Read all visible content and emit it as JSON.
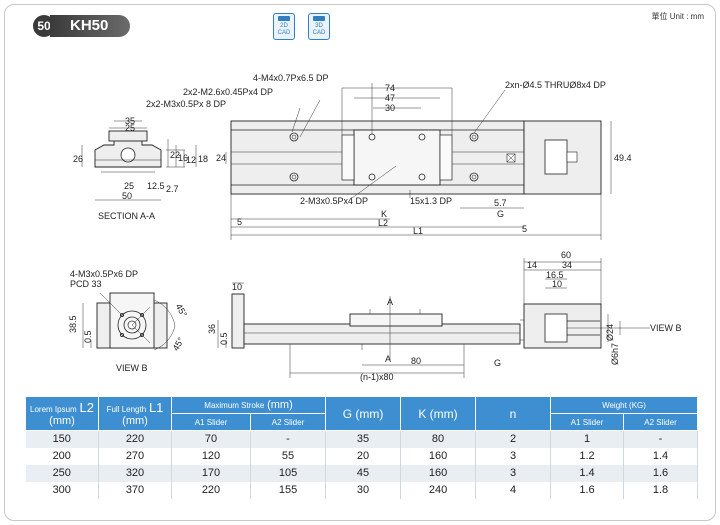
{
  "header": {
    "badge": "50",
    "title": "KH50",
    "cad_2d": "2D CAD",
    "cad_3d": "3D CAD",
    "unit": "單位 Unit : mm"
  },
  "top_view": {
    "callout_m4": "4-M4x0.7Px6.5 DP",
    "callout_m26": "2x2-M2.6x0.45Px4 DP",
    "callout_m3": "2x2-M3x0.5Px 8 DP",
    "callout_thru": "2xn-Ø4.5 THRUØ8x4 DP",
    "callout_m3b": "2-M3x0.5Px4 DP",
    "callout_15": "15x1.3 DP",
    "d74": "74",
    "d47": "47",
    "d30": "30",
    "d24": "24",
    "d49_4": "49.4",
    "d5a": "5",
    "d5b": "5",
    "d5_7": "5.7",
    "K": "K",
    "G": "G",
    "L2": "L2",
    "L1": "L1"
  },
  "section_view": {
    "d35": "35",
    "d25a": "25",
    "d26": "26",
    "d22": "22",
    "d16": "16",
    "d12": "12",
    "d18": "18",
    "d25b": "25",
    "d12_5": "12.5",
    "d2_7": "2.7",
    "d50": "50",
    "label": "SECTION A-A"
  },
  "view_b_left": {
    "callout": "4-M3x0.5Px6 DP",
    "pcd": "PCD 33",
    "d38_5": "38.5",
    "d0_5": "0.5",
    "a45a": "45°",
    "a45b": "45°",
    "label": "VIEW B"
  },
  "side_view": {
    "d10": "10",
    "d36": "36",
    "d0_5": "0.5",
    "A_top": "A",
    "A_bottom": "A",
    "d80": "80",
    "n1x80": "(n-1)x80",
    "G": "G"
  },
  "motor_view": {
    "d60": "60",
    "d14": "14",
    "d34": "34",
    "d16_5": "16.5",
    "d10": "10",
    "d24": "Ø24",
    "d6": "Ø6h7",
    "view_b": "VIEW B"
  },
  "table": {
    "headers": {
      "lorem": "Lorem Ipsum",
      "lorem_big": "L2",
      "lorem_unit": "(mm)",
      "full": "Full Length",
      "full_big": "L1",
      "full_unit": "(mm)",
      "stroke": "Maximum Stroke",
      "stroke_unit": "(mm)",
      "g": "G (mm)",
      "k": "K (mm)",
      "n": "n",
      "weight": "Weight (KG)",
      "a1": "A1  Slider",
      "a2": "A2  Slider",
      "w_a1": "A1  Slider",
      "w_a2": "A2  Slider"
    },
    "rows": [
      [
        "150",
        "220",
        "70",
        "-",
        "35",
        "80",
        "2",
        "1",
        "-"
      ],
      [
        "200",
        "270",
        "120",
        "55",
        "20",
        "160",
        "3",
        "1.2",
        "1.4"
      ],
      [
        "250",
        "320",
        "170",
        "105",
        "45",
        "160",
        "3",
        "1.4",
        "1.6"
      ],
      [
        "300",
        "370",
        "220",
        "155",
        "30",
        "240",
        "4",
        "1.6",
        "1.8"
      ]
    ]
  }
}
